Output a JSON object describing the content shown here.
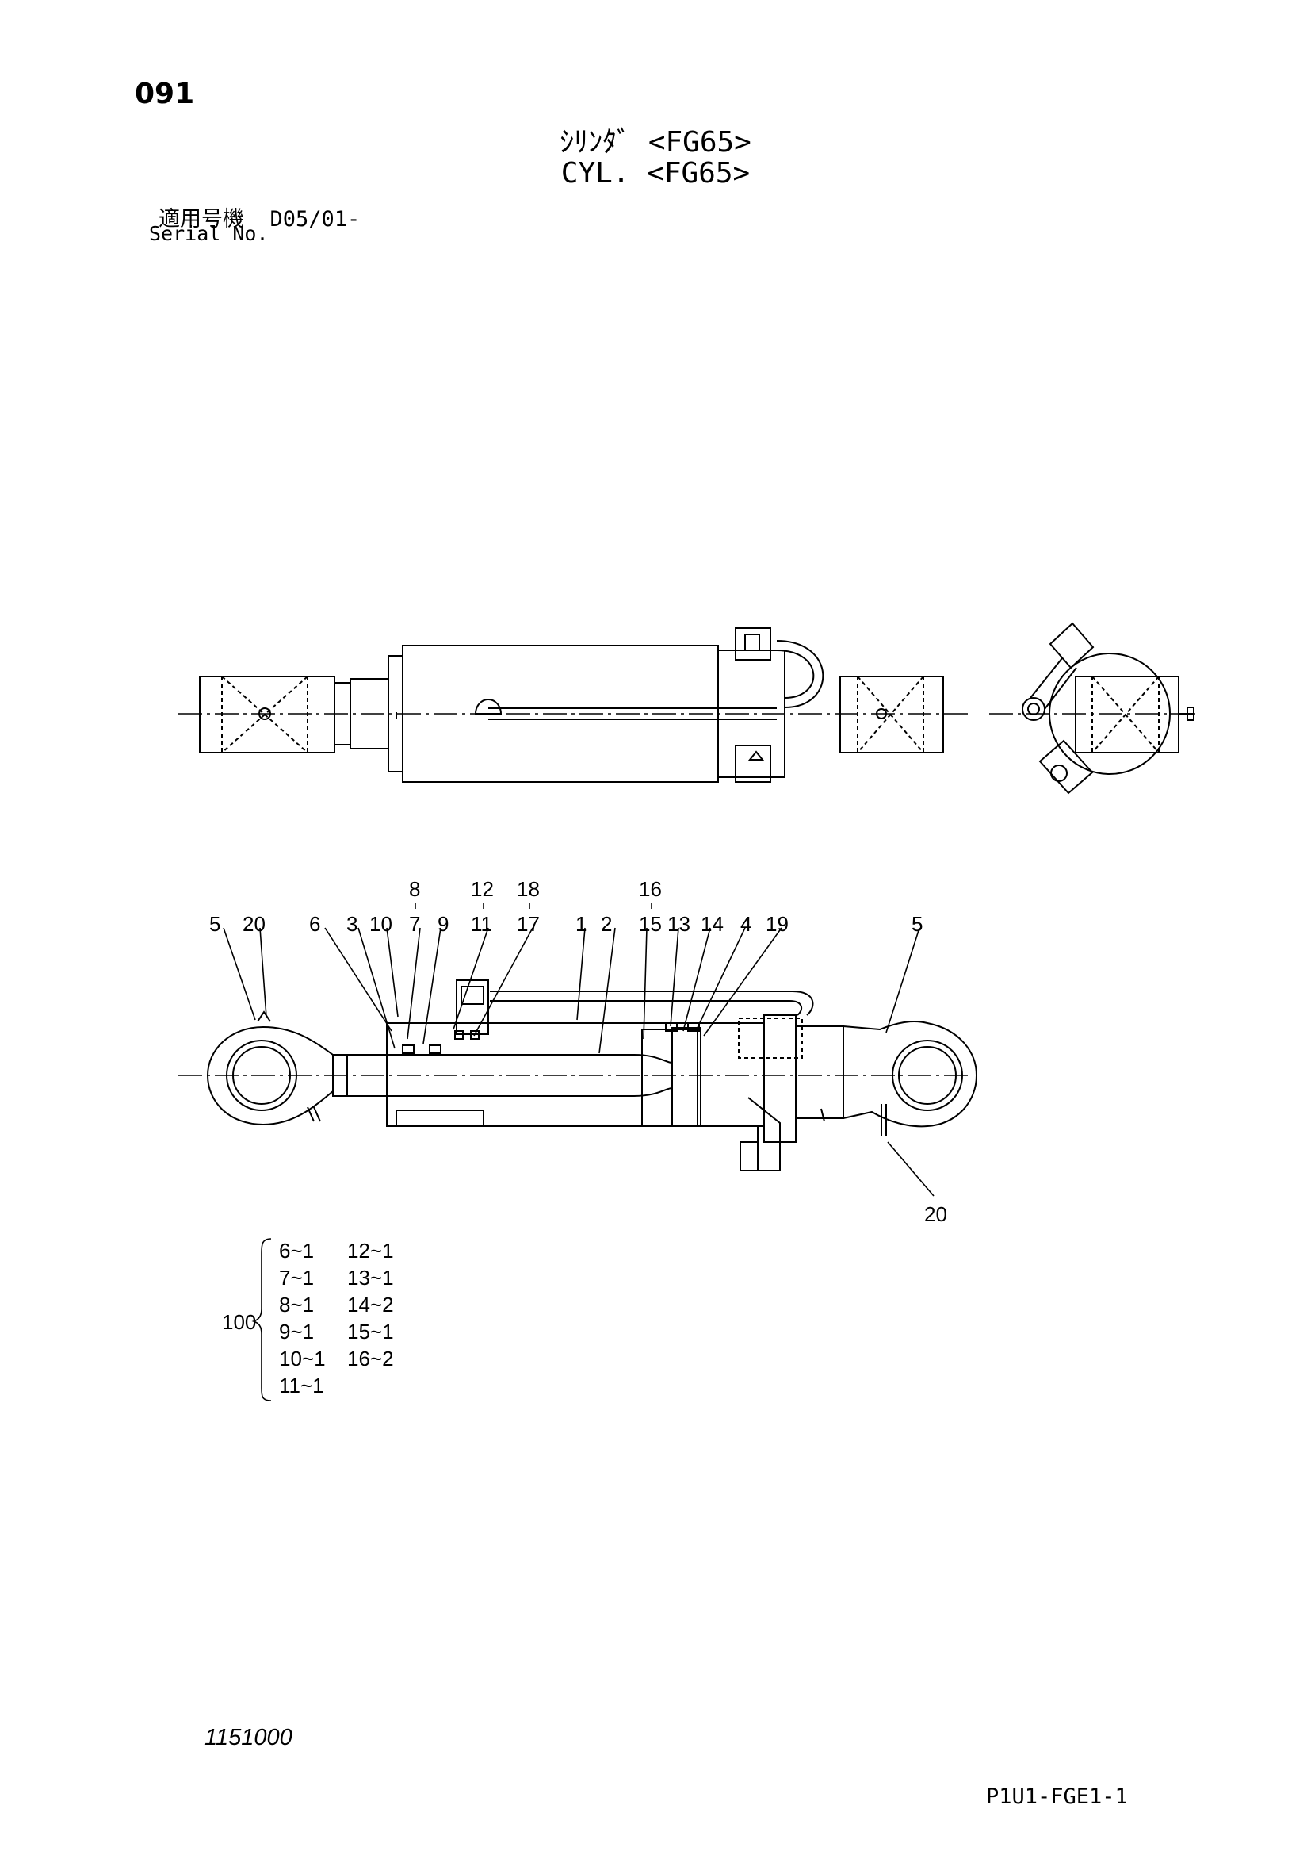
{
  "header": {
    "page_number": "091",
    "title_jp": "ｼﾘﾝﾀﾞ <FG65>",
    "title_en": "CYL. <FG65>",
    "serial_label_jp": "適用号機",
    "serial_value": "D05/01-",
    "serial_label_en": "Serial No."
  },
  "callouts": {
    "c5a": "5",
    "c20a": "20",
    "c6": "6",
    "c3": "3",
    "c10": "10",
    "c8": "8",
    "c7": "7",
    "c9": "9",
    "c12": "12",
    "c11": "11",
    "c18": "18",
    "c17": "17",
    "c1": "1",
    "c2": "2",
    "c16": "16",
    "c15": "15",
    "c13": "13",
    "c14": "14",
    "c4": "4",
    "c19": "19",
    "c5b": "5",
    "c20b": "20"
  },
  "kit": {
    "number": "100",
    "left": [
      "6~1",
      "7~1",
      "8~1",
      "9~1",
      "10~1",
      "11~1"
    ],
    "right": [
      "12~1",
      "13~1",
      "14~2",
      "15~1",
      "16~2"
    ]
  },
  "footer": {
    "drawing_number": "1151000",
    "sheet_code": "P1U1-FGE1-1"
  }
}
